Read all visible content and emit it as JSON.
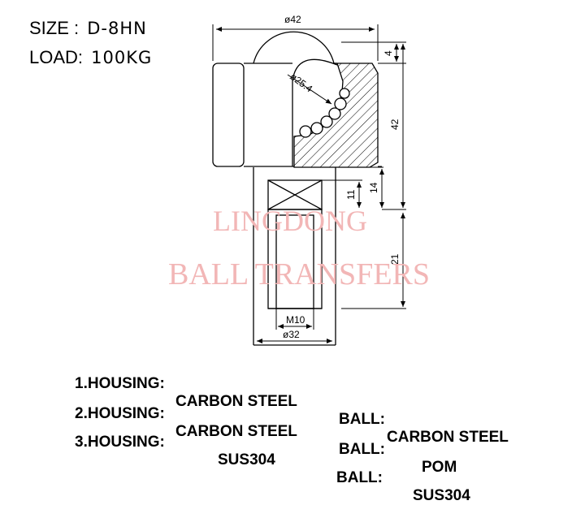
{
  "spec": {
    "size_label": "SIZE :",
    "size_value": "D-8HN",
    "load_label": "LOAD:",
    "load_value": "100KG"
  },
  "dimensions": {
    "d42": "ø42",
    "d4": "4",
    "d42_height": "42",
    "d25": "ø25.4",
    "d14": "14",
    "d11": "11",
    "d21": "21",
    "thread": "M10",
    "d32": "ø32"
  },
  "watermark": {
    "line1": "LINGDONG",
    "line2": "BALL TRANSFERS"
  },
  "materials": [
    {
      "housing_label": "1.HOUSING:",
      "housing_value": "CARBON STEEL",
      "ball_label": "BALL:",
      "ball_value": "CARBON STEEL"
    },
    {
      "housing_label": "2.HOUSING:",
      "housing_value": "CARBON STEEL",
      "ball_label": "BALL:",
      "ball_value": "POM"
    },
    {
      "housing_label": "3.HOUSING:",
      "housing_value": "SUS304",
      "ball_label": "BALL:",
      "ball_value": "SUS304"
    }
  ]
}
